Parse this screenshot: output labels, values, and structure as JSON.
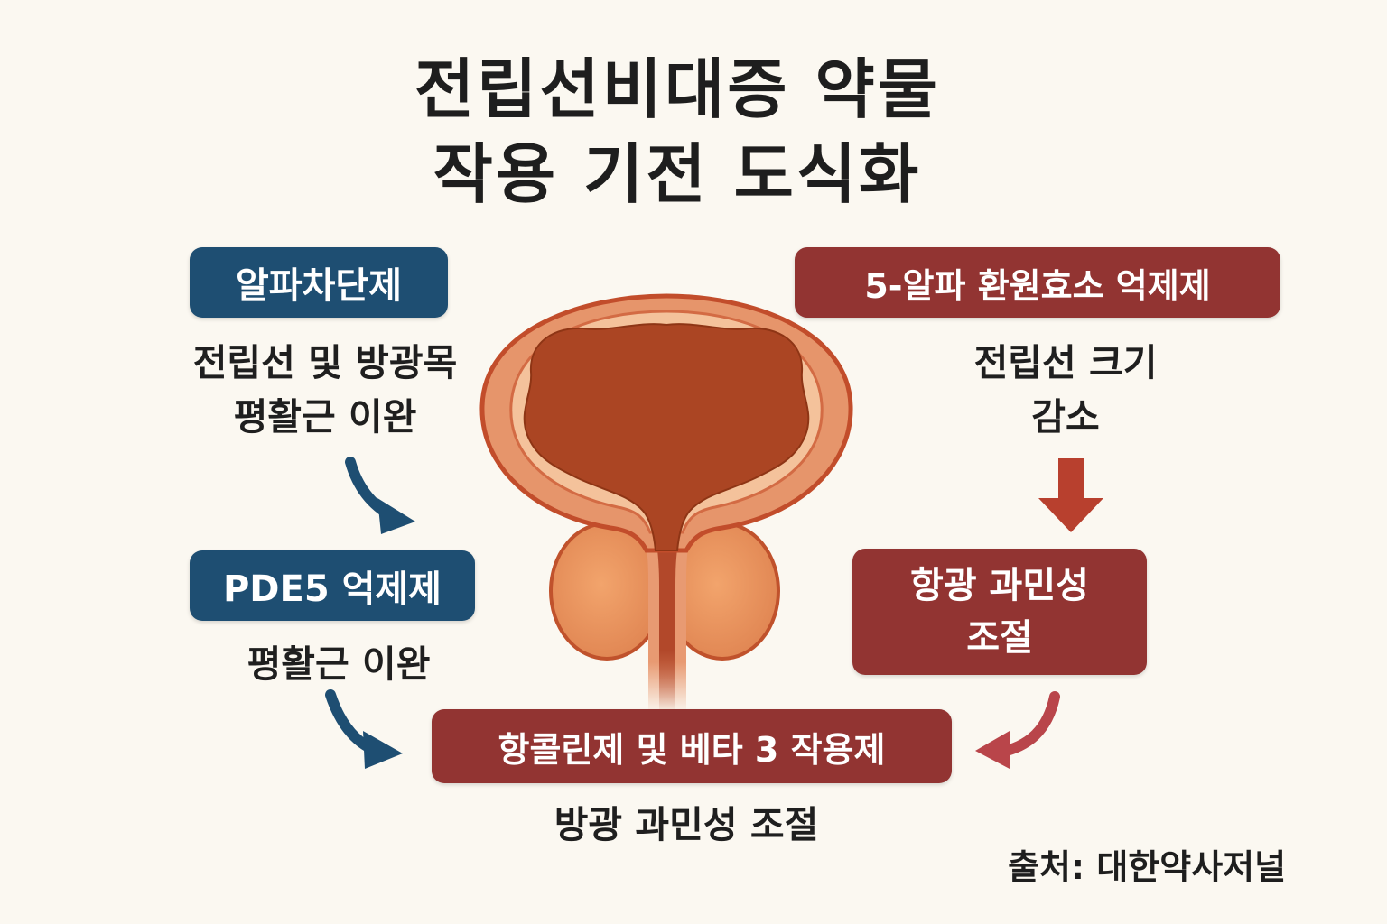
{
  "title": {
    "line1": "전립선비대증 약물",
    "line2": "작용 기전 도식화"
  },
  "alpha_blocker": {
    "label": "알파차단제",
    "desc_line1": "전립선 및 방광목",
    "desc_line2": "평활근 이완"
  },
  "pde5": {
    "label": "PDE5 억제제",
    "desc": "평활근 이완"
  },
  "five_alpha": {
    "label": "5-알파 환원효소 억제제",
    "desc_line1": "전립선 크기",
    "desc_line2": "감소"
  },
  "overactivity": {
    "label_line1": "항광 과민성",
    "label_line2": "조절"
  },
  "anticholinergic": {
    "label": "항콜린제 및 베타 3 작용제",
    "desc": "방광 과민성 조절"
  },
  "source": "출처: 대한약사저널",
  "colors": {
    "blue": "#1e4e72",
    "red": "#923432",
    "arrow_red": "#b8402e",
    "arrow_pink": "#b9454a",
    "background": "#fbf8f1"
  }
}
